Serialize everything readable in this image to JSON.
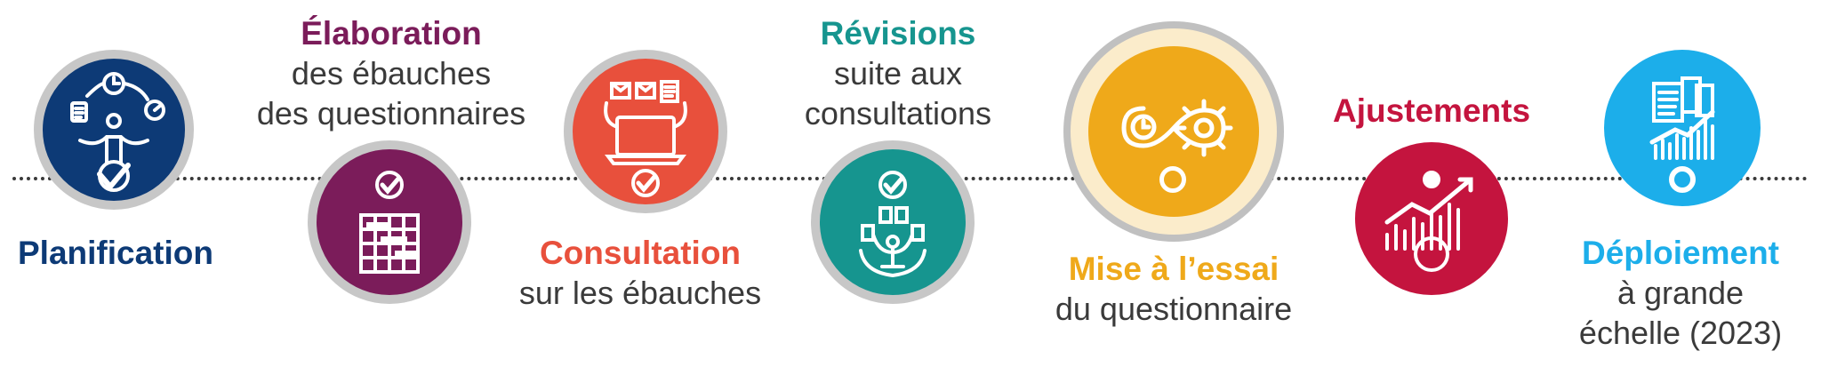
{
  "colors": {
    "planification": "#0d3a76",
    "elaboration": "#7b1c5a",
    "consultation": "#e8503c",
    "revisions": "#16958f",
    "mise_a_lessai": "#efa91a",
    "ajustements": "#c4143e",
    "deploiement": "#1caeea",
    "body_text": "#3a3a3a",
    "ring": "#c7c7c7"
  },
  "steps": [
    {
      "id": "planification",
      "title": "Planification",
      "subtitle": [],
      "icon": "juggling-person-icon"
    },
    {
      "id": "elaboration",
      "title": "Élaboration",
      "subtitle": [
        "des ébauches",
        "des questionnaires"
      ],
      "icon": "gantt-chart-icon"
    },
    {
      "id": "consultation",
      "title": "Consultation",
      "subtitle": [
        "sur les ébauches"
      ],
      "icon": "laptop-mail-icon"
    },
    {
      "id": "revisions",
      "title": "Révisions",
      "subtitle": [
        "suite aux",
        "consultations"
      ],
      "icon": "person-documents-icon"
    },
    {
      "id": "mise_a_lessai",
      "title": "Mise à l’essai",
      "subtitle": [
        "du questionnaire"
      ],
      "icon": "infinity-gear-clock-icon"
    },
    {
      "id": "ajustements",
      "title": "Ajustements",
      "subtitle": [],
      "icon": "growth-chart-gear-icon"
    },
    {
      "id": "deploiement",
      "title": "Déploiement",
      "subtitle": [
        "à grande",
        "échelle (2023)"
      ],
      "icon": "documents-chart-icon"
    }
  ]
}
